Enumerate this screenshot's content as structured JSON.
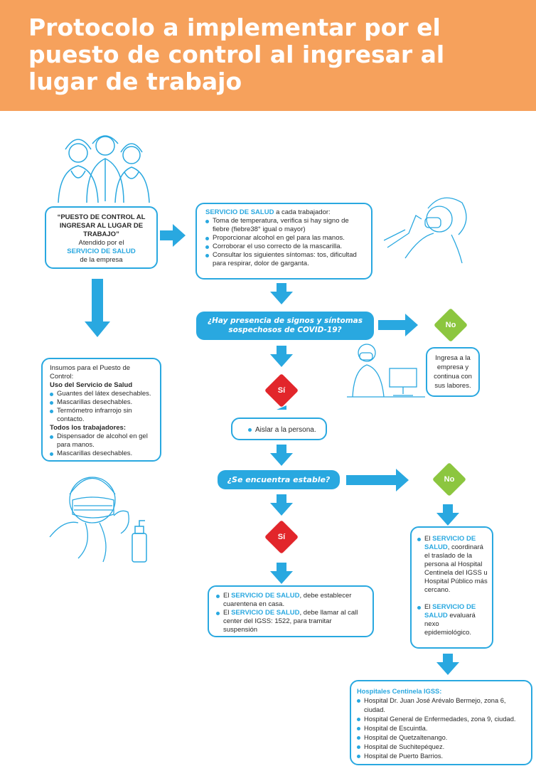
{
  "title": "Protocolo a implementar por el puesto de control al ingresar al lugar de trabajo",
  "colors": {
    "header": "#f6a15c",
    "accent": "#29a8e0",
    "yes": "#e2262b",
    "no": "#8cc63f"
  },
  "puesto": {
    "line1": "“PUESTO DE CONTROL AL",
    "line2": "INGRESAR AL LUGAR DE TRABAJO”",
    "line3": "Atendido por el",
    "line4": "SERVICIO DE SALUD",
    "line5": "de la empresa"
  },
  "servicio": {
    "heading": "SERVICIO DE SALUD",
    "heading_rest": " a cada trabajador:",
    "items": [
      "Toma de temperatura, verifica si hay signo de fiebre (fiebre38° igual o mayor)",
      "Proporcionar alcohol en gel para las manos.",
      "Corroborar el uso correcto de la mascarilla.",
      "Consultar los siguientes síntomas: tos, dificultad para respirar, dolor de garganta."
    ]
  },
  "q1": {
    "line1": "¿Hay presencia de signos y síntomas",
    "line2": "sospechosos de COVID-19?"
  },
  "no_label": "No",
  "si_label": "Sí",
  "ingresa": "Ingresa a la empresa y continua con sus labores.",
  "insumos": {
    "intro": "Insumos para el Puesto de Control:",
    "group1": "Uso del Servicio de Salud",
    "items1": [
      "Guantes del látex desechables.",
      "Mascarillas desechables.",
      "Termómetro infrarrojo sin contacto."
    ],
    "group2": "Todos los trabajadores:",
    "items2": [
      "Dispensador de alcohol en gel para manos.",
      "Mascarillas desechables."
    ]
  },
  "aislar": "Aislar a la persona.",
  "q2": "¿Se encuentra estable?",
  "cuarentena": {
    "a_pre": "El ",
    "a_bold": "SERVICIO DE SALUD",
    "a_rest": ", debe establecer cuarentena en casa.",
    "b_pre": "El ",
    "b_bold": "SERVICIO DE SALUD",
    "b_rest": ", debe llamar al call center del IGSS: 1522, para tramitar suspensión"
  },
  "traslado": {
    "a_pre": "El ",
    "a_bold": "SERVICIO DE SALUD",
    "a_rest": ", coordinará el traslado de la persona al Hospital Centinela del IGSS u Hospital Público más cercano.",
    "b_pre": "El ",
    "b_bold": "SERVICIO DE SALUD",
    "b_rest": " evaluará nexo epidemiológico."
  },
  "hospitales": {
    "heading": "Hospitales Centinela IGSS:",
    "items": [
      "Hospital Dr. Juan José Arévalo Bermejo, zona 6, ciudad.",
      "Hospital General de Enfermedades, zona 9, ciudad.",
      "Hospital de Escuintla.",
      "Hospital de Quetzaltenango.",
      "Hospital de Suchitepéquez.",
      "Hospital de Puerto Barrios."
    ]
  }
}
